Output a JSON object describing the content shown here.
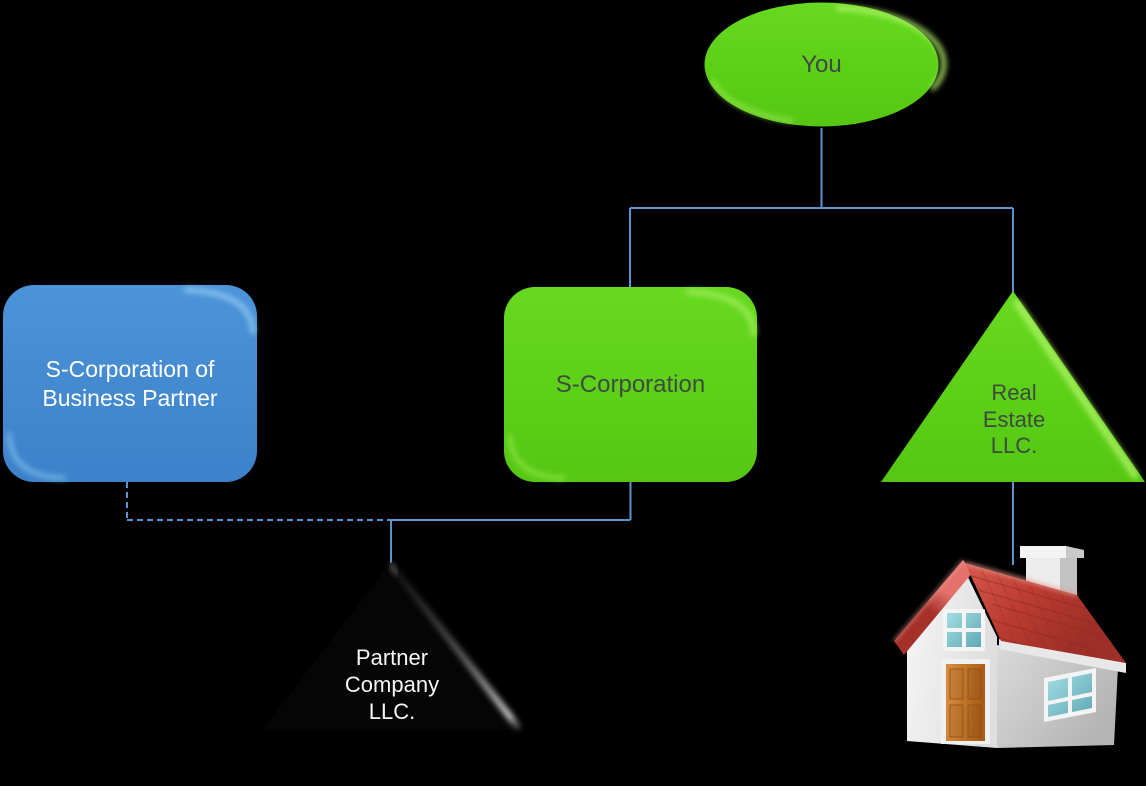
{
  "canvas": {
    "background": "#000000"
  },
  "palette": {
    "green": "#5dd118",
    "green_highlight": "#aaf163",
    "blue": "#4189d2",
    "blue_highlight": "#8ecaf2",
    "connector_blue": "#5b94ce",
    "black_shape": "#050505",
    "dark_text": "#3f4b3f",
    "light_text": "#ffffff",
    "roof_red": "#c04438",
    "door_orange": "#c4762c",
    "window_teal": "#7cc4cd",
    "wall_white": "#f2f2f2"
  },
  "nodes": {
    "you": {
      "label": "You",
      "shape": "ellipse",
      "fill": "#5dd118"
    },
    "partner_scorp": {
      "label": "S-Corporation of Business Partner",
      "shape": "rounded-rectangle",
      "fill": "#4189d2"
    },
    "scorp": {
      "label": "S-Corporation",
      "shape": "rounded-rectangle",
      "fill": "#5dd118"
    },
    "real_estate": {
      "label": "Real Estate LLC.",
      "shape": "triangle",
      "fill": "#5dd118"
    },
    "partner_company": {
      "label": "Partner Company LLC.",
      "shape": "triangle",
      "fill": "#050505"
    },
    "house": {
      "icon": "house-icon"
    }
  },
  "connections": [
    {
      "from": "you",
      "to": "scorp",
      "style": "solid"
    },
    {
      "from": "you",
      "to": "real_estate",
      "style": "solid"
    },
    {
      "from": "scorp",
      "to": "partner_company",
      "style": "solid"
    },
    {
      "from": "partner_scorp",
      "to": "partner_company",
      "style": "dashed"
    },
    {
      "from": "real_estate",
      "to": "house",
      "style": "solid"
    }
  ]
}
